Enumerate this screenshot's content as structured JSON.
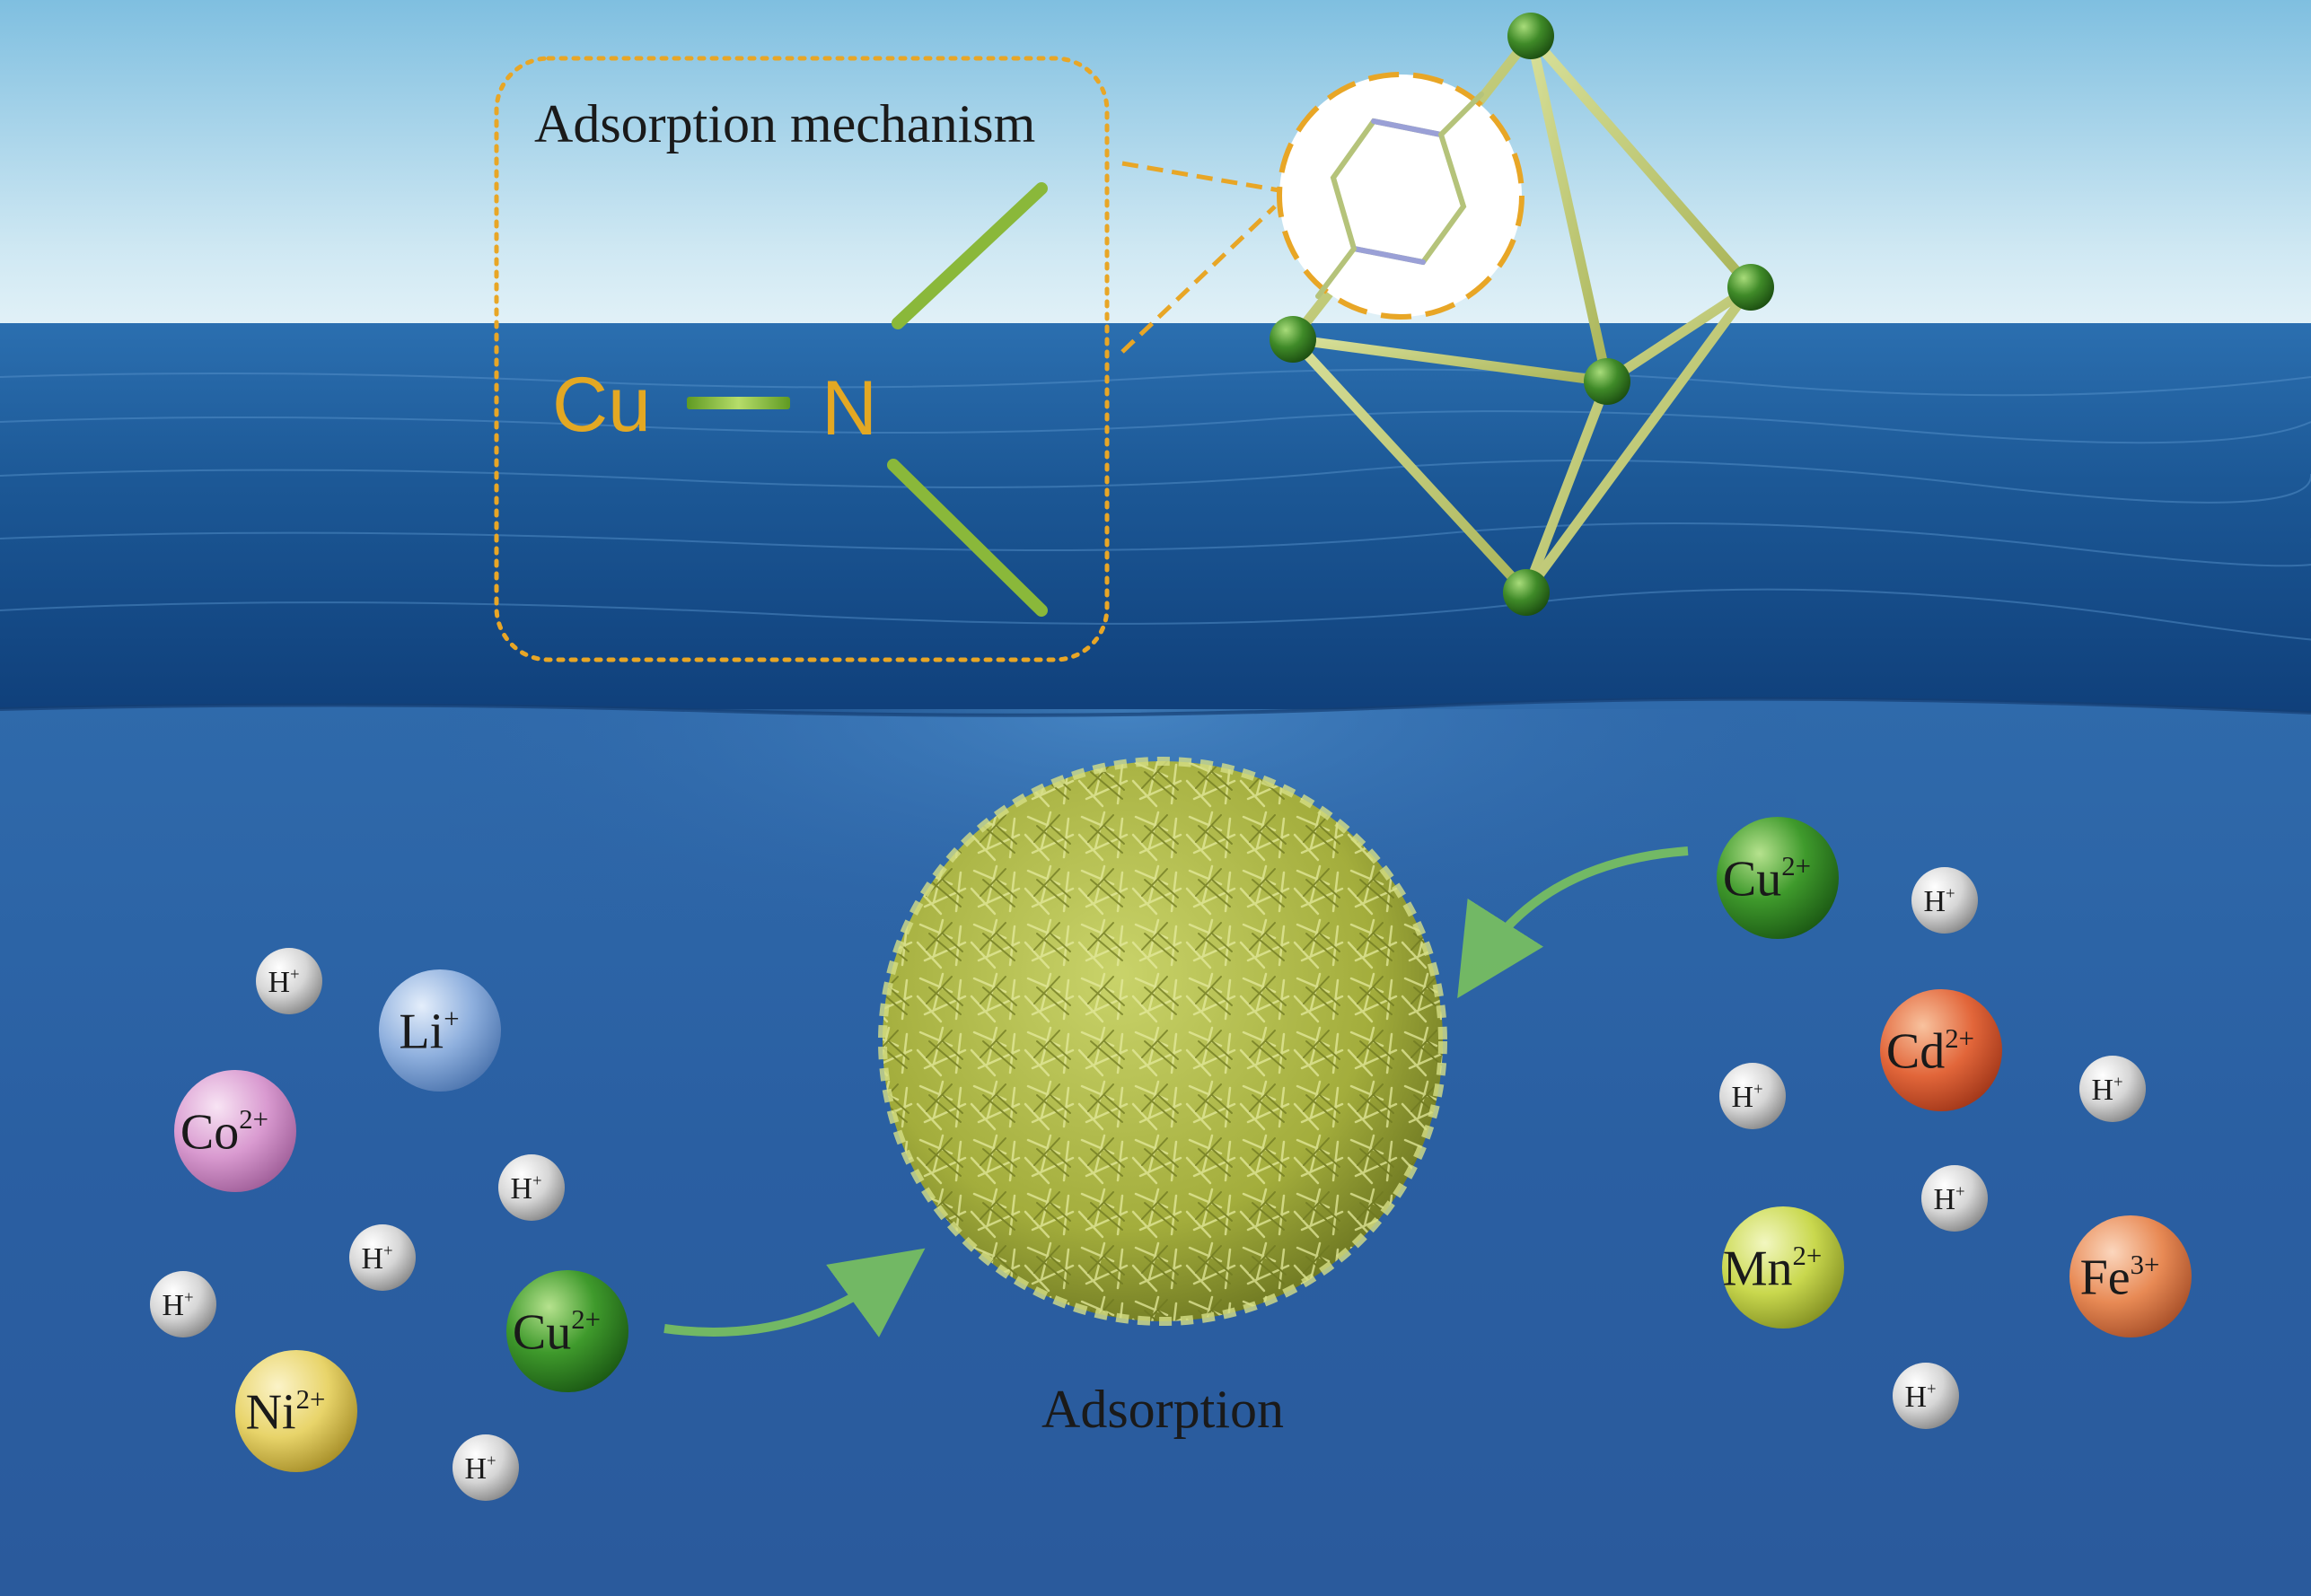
{
  "labels": {
    "mechanism_title": "Adsorption mechanism",
    "cu_text": "Cu",
    "n_text": "N",
    "adsorption_caption": "Adsorption"
  },
  "ions": [
    {
      "id": "h-1",
      "base": "H",
      "charge": "+",
      "color": "#d9d9d9",
      "radius": "small"
    },
    {
      "id": "li",
      "base": "Li",
      "charge": "+",
      "color": "#8fb0de",
      "radius": "large"
    },
    {
      "id": "co",
      "base": "Co",
      "charge": "2+",
      "color": "#d99ad0",
      "radius": "large"
    },
    {
      "id": "h-2",
      "base": "H",
      "charge": "+",
      "color": "#d9d9d9",
      "radius": "small"
    },
    {
      "id": "h-3",
      "base": "H",
      "charge": "+",
      "color": "#d9d9d9",
      "radius": "small"
    },
    {
      "id": "h-4",
      "base": "H",
      "charge": "+",
      "color": "#d9d9d9",
      "radius": "small"
    },
    {
      "id": "cu-left",
      "base": "Cu",
      "charge": "2+",
      "color": "#3f9a2c",
      "radius": "large"
    },
    {
      "id": "ni",
      "base": "Ni",
      "charge": "2+",
      "color": "#e8d46a",
      "radius": "large"
    },
    {
      "id": "h-5",
      "base": "H",
      "charge": "+",
      "color": "#d9d9d9",
      "radius": "small"
    },
    {
      "id": "cu-right",
      "base": "Cu",
      "charge": "2+",
      "color": "#3f9a2c",
      "radius": "large"
    },
    {
      "id": "h-6",
      "base": "H",
      "charge": "+",
      "color": "#d9d9d9",
      "radius": "small"
    },
    {
      "id": "cd",
      "base": "Cd",
      "charge": "2+",
      "color": "#e2663a",
      "radius": "large"
    },
    {
      "id": "h-7",
      "base": "H",
      "charge": "+",
      "color": "#d9d9d9",
      "radius": "small"
    },
    {
      "id": "h-8",
      "base": "H",
      "charge": "+",
      "color": "#d9d9d9",
      "radius": "small"
    },
    {
      "id": "h-9",
      "base": "H",
      "charge": "+",
      "color": "#d9d9d9",
      "radius": "small"
    },
    {
      "id": "mn",
      "base": "Mn",
      "charge": "2+",
      "color": "#c9d84e",
      "radius": "large"
    },
    {
      "id": "fe",
      "base": "Fe",
      "charge": "3+",
      "color": "#e88a55",
      "radius": "large"
    },
    {
      "id": "h-10",
      "base": "H",
      "charge": "+",
      "color": "#d9d9d9",
      "radius": "small"
    }
  ],
  "colors": {
    "sky_top": "#8ec9e4",
    "sky_horizon": "#d6ecf4",
    "sea": "#1f5a9a",
    "underwater": "#2a5fa0",
    "dotted_box": "#e8a626",
    "cu_n_text": "#e3a823",
    "bond_green": "#8ab83a",
    "frame_rod": "#c8d27a",
    "node_green": "#3f8a28",
    "adsorbent": "#b8c24e",
    "arrow_green": "#7ac25e"
  }
}
